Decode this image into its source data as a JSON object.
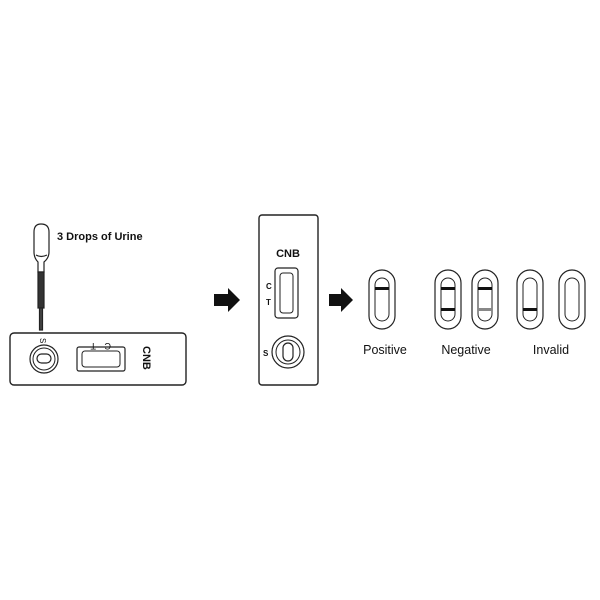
{
  "step1": {
    "instruction": "3 Drops of Urine",
    "brand": "CNB",
    "label_s": "S",
    "label_t": "T",
    "label_c": "C"
  },
  "step2": {
    "brand": "CNB",
    "label_c": "C",
    "label_t": "T",
    "label_s": "S"
  },
  "results": {
    "positive": "Positive",
    "negative": "Negative",
    "invalid": "Invalid"
  },
  "colors": {
    "line": "#222222",
    "faint_line": "#888888",
    "fill": "#111111"
  }
}
